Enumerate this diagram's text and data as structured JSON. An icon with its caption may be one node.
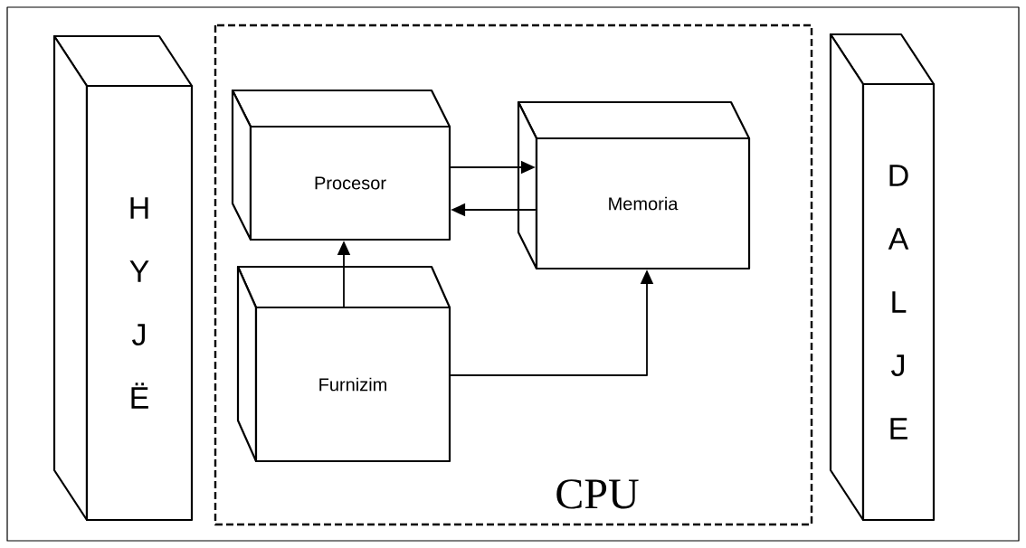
{
  "diagram": {
    "nodes": [
      {
        "text": [
          "H Y J Ë"
        ]
      },
      {
        "text": [
          "CPU"
        ]
      },
      {
        "text": [
          "Procesor"
        ],
        "in": 1
      },
      {
        "text": [
          "Memoria"
        ],
        "in": 1
      },
      {
        "text": [
          "Furnizim"
        ],
        "in": 1
      },
      {
        "text": [
          "D A L J E"
        ]
      }
    ],
    "edges": [
      {
        "from": 2,
        "to": 3,
        "arrow": "to"
      },
      {
        "from": 3,
        "to": 2,
        "arrow": "to"
      },
      {
        "from": 4,
        "to": 2,
        "arrow": "to"
      },
      {
        "from": 4,
        "to": 3,
        "arrow": "to"
      }
    ]
  }
}
